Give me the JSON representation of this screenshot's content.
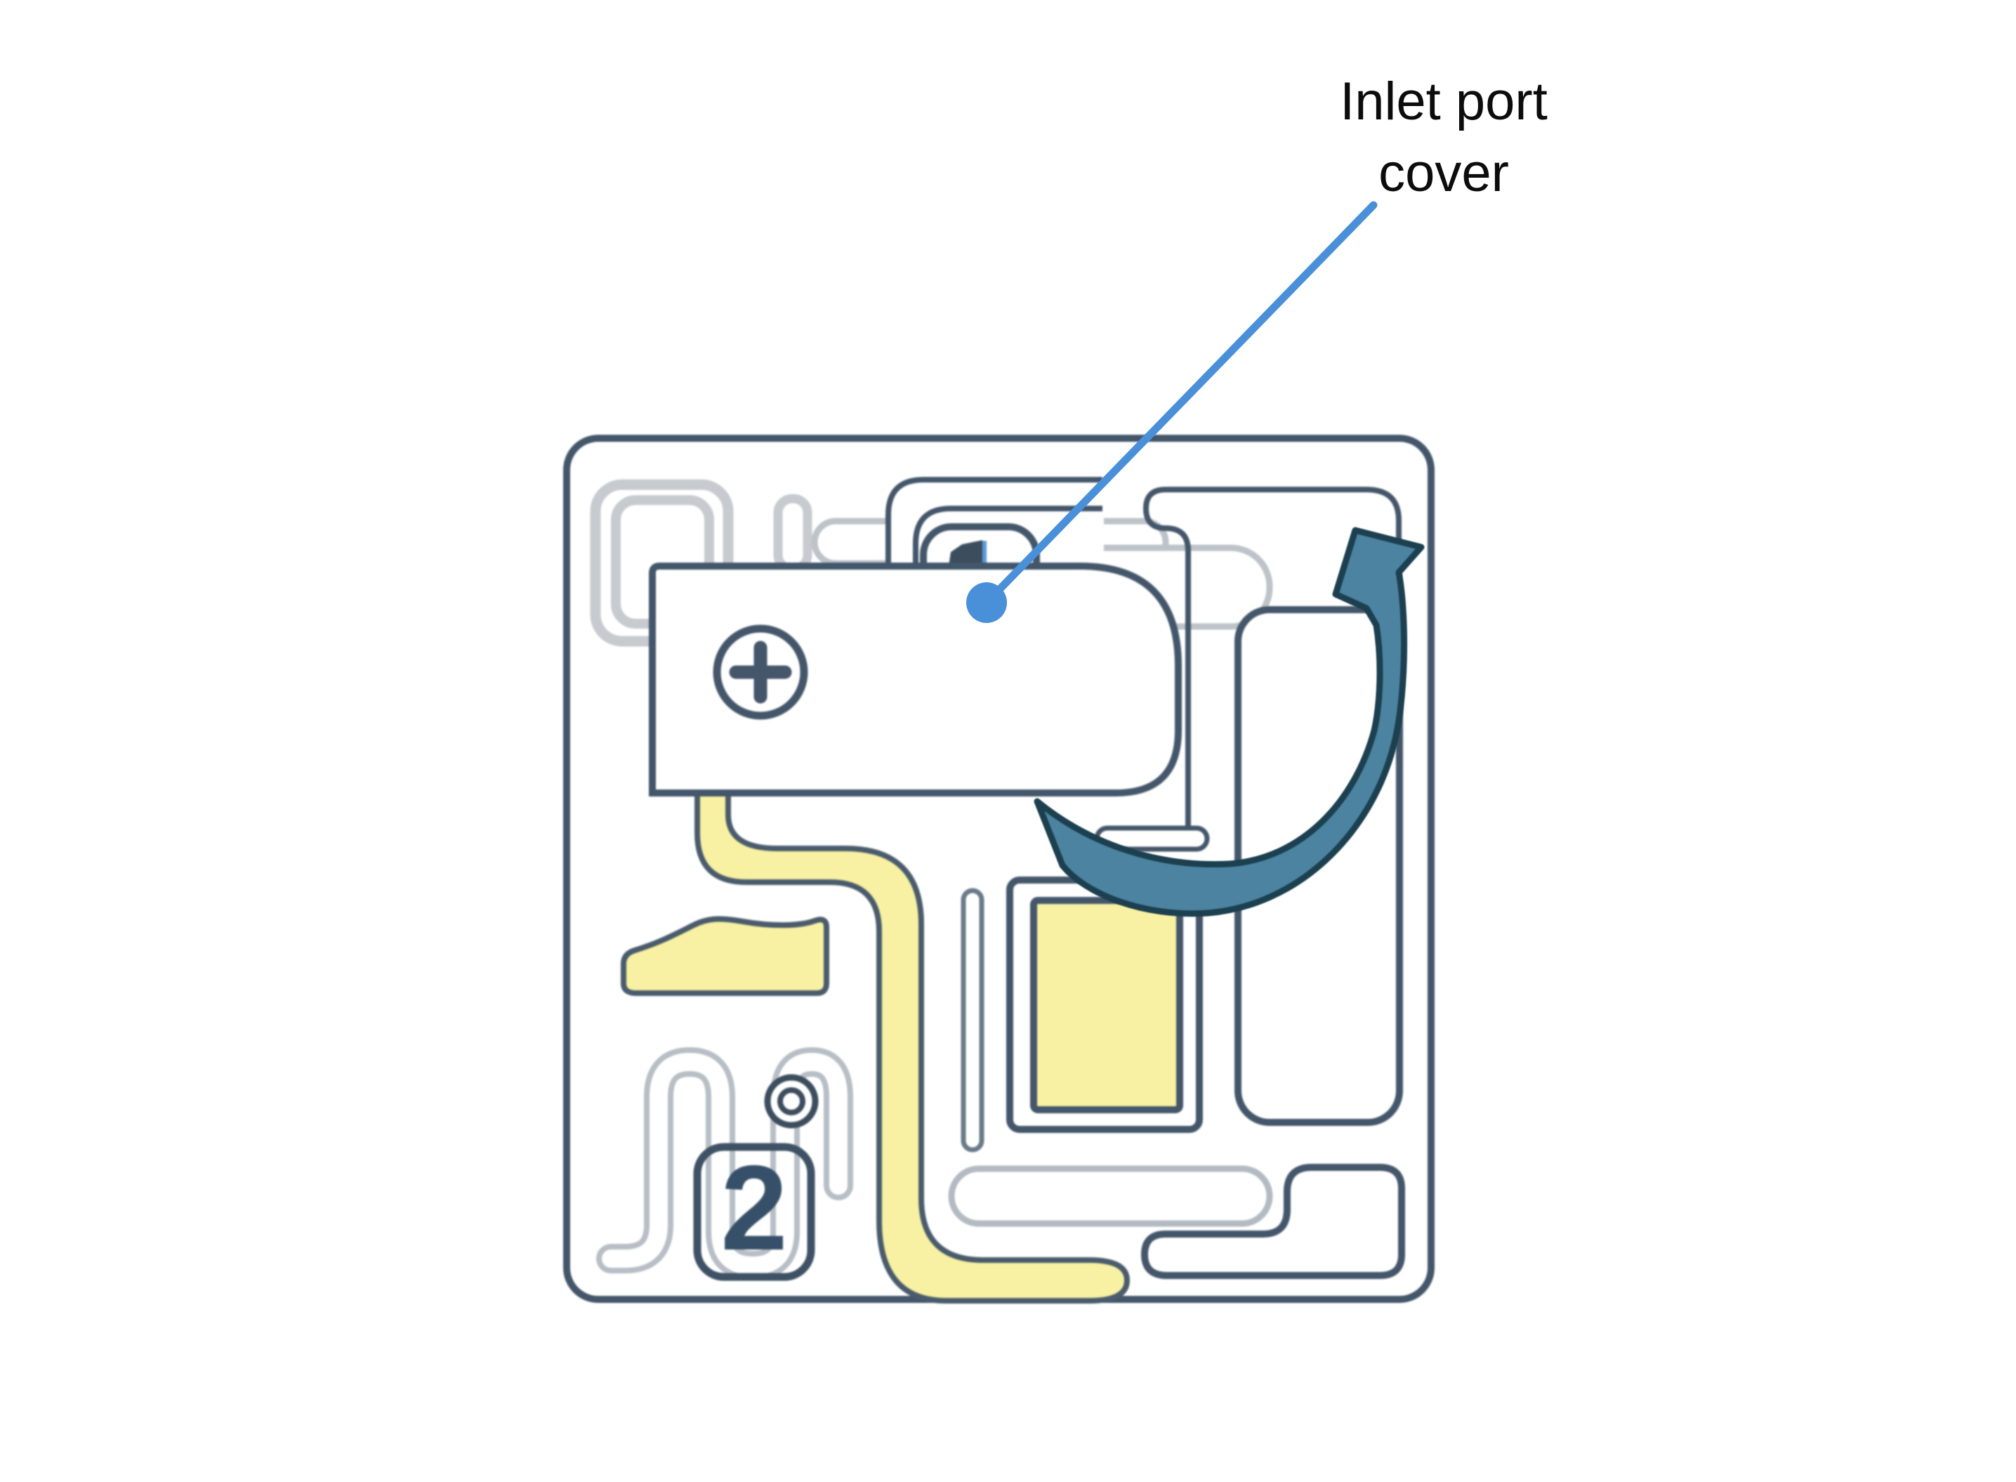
{
  "annotation": {
    "line1": "Inlet port",
    "line2": "cover"
  },
  "badges": {
    "port2": "2"
  },
  "colors": {
    "outline_slate": "#44566a",
    "ring_gray": "#c7cbcf",
    "channel_gray": "#bdc3c9",
    "serpentine_gray": "#b7bec5",
    "channel_yellow": "#f8f1a3",
    "yellow_outline": "#4a5c6c",
    "arrow_fill": "#4b83a0",
    "arrow_outline": "#1c4050",
    "callout_blue": "#4a90d9",
    "badge_ink": "#375069",
    "numeral_fragment_ink": "#3c4d5e",
    "label_ink": "#0c0c0c",
    "background": "#ffffff"
  },
  "icons": {
    "screw": "phillips-screw-icon",
    "target": "double-circle-target-icon",
    "rotation": "curved-rotation-arrow-icon",
    "callout": "callout-dot"
  }
}
